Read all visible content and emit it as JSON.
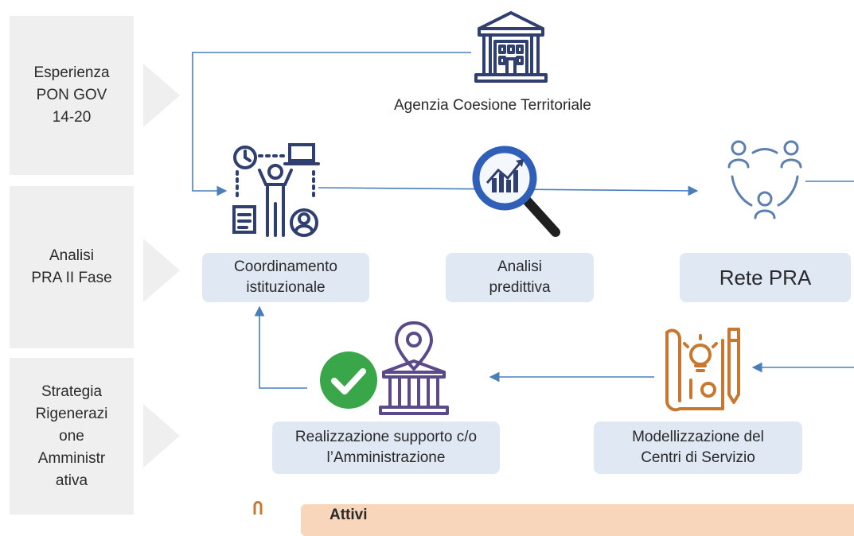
{
  "sidebar": {
    "items": [
      {
        "lines": [
          "Esperienza",
          "PON GOV",
          "14-20"
        ]
      },
      {
        "lines": [
          "Analisi",
          "PRA II Fase"
        ]
      },
      {
        "lines": [
          "Strategia",
          "Rigenerazi",
          "one",
          "Amministr",
          "ativa"
        ]
      }
    ]
  },
  "top": {
    "agency_label": "Agenzia Coesione Territoriale"
  },
  "boxes": {
    "coordinamento": [
      "Coordinamento",
      "istituzionale"
    ],
    "analisi": [
      "Analisi",
      "predittiva"
    ],
    "rete": "Rete PRA",
    "realizzazione": [
      "Realizzazione supporto c/o",
      "l’Amministrazione"
    ],
    "modellizzazione": [
      "Modellizzazione del",
      "Centri di Servizio"
    ]
  },
  "callout": {
    "text": "Attivi"
  },
  "colors": {
    "connector": "#4a7ebb",
    "box_fill": "#dfe8f3",
    "sidebar_fill": "#efefef",
    "icon_navy": "#2f3f6f",
    "icon_orange": "#c8782e",
    "icon_purple": "#5b4a8a",
    "check_green": "#3aa64a"
  }
}
